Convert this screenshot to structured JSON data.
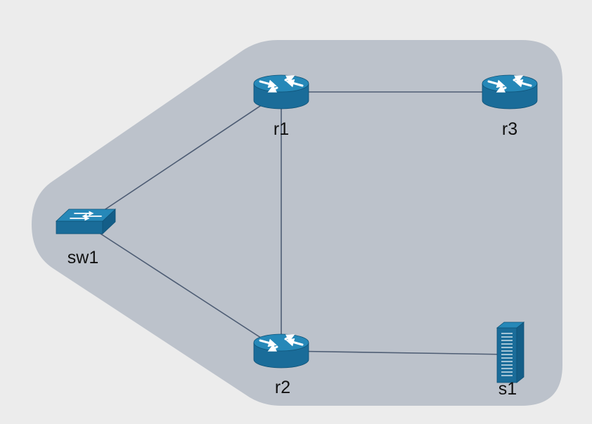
{
  "colors": {
    "background": "#ececec",
    "region": "#bcc2cb",
    "link": "#4e5d74",
    "device_fill": "#1a6c99",
    "device_top": "#2688b8",
    "device_edge": "#0f5277",
    "arrow": "#ffffff"
  },
  "nodes": [
    {
      "id": "r1",
      "type": "router-icon",
      "label": "r1"
    },
    {
      "id": "r3",
      "type": "router-icon",
      "label": "r3"
    },
    {
      "id": "sw1",
      "type": "switch-icon",
      "label": "sw1"
    },
    {
      "id": "r2",
      "type": "router-icon",
      "label": "r2"
    },
    {
      "id": "s1",
      "type": "server-icon",
      "label": "s1"
    }
  ],
  "links": [
    {
      "from": "r1",
      "to": "r3"
    },
    {
      "from": "r1",
      "to": "sw1"
    },
    {
      "from": "r1",
      "to": "r2"
    },
    {
      "from": "sw1",
      "to": "r2"
    },
    {
      "from": "r2",
      "to": "s1"
    }
  ]
}
